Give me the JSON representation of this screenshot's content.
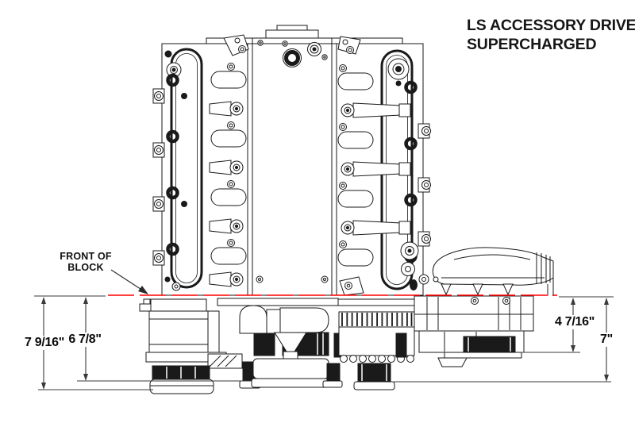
{
  "title": {
    "line1": "LS ACCESSORY DRIVE",
    "line2": "SUPERCHARGED"
  },
  "front_of_block_callout": {
    "line1": "FRONT OF",
    "line2": "BLOCK"
  },
  "dimensions": {
    "left_outer": "7 9/16\"",
    "left_inner": "6 7/8\"",
    "right_inner": "4 7/16\"",
    "right_outer": "7\""
  },
  "colors": {
    "datum_line_red": "#ff0000",
    "drawing_line": "#1a1a1a",
    "dimension_line": "#3a3a3a",
    "background": "#ffffff"
  }
}
